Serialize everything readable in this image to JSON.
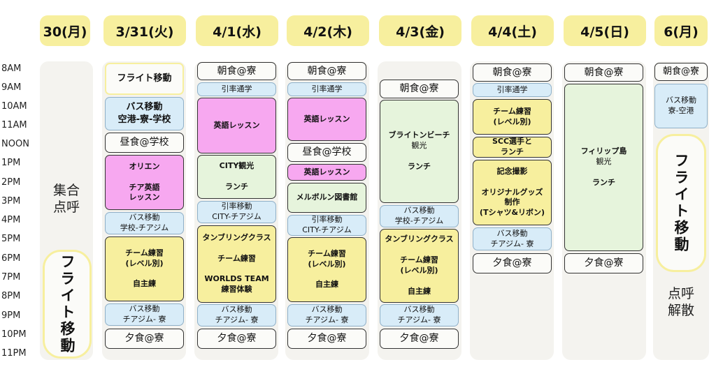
{
  "days": [
    "30(月)",
    "3/31(火)",
    "4/1(水)",
    "4/2(木)",
    "4/3(金)",
    "4/4(土)",
    "4/5(日)",
    "6(月)"
  ],
  "times": [
    "8AM",
    "9AM",
    "10AM",
    "11AM",
    "NOON",
    "1PM",
    "2PM",
    "3PM",
    "4PM",
    "5PM",
    "6PM",
    "7PM",
    "8PM",
    "9PM",
    "10PM",
    "11PM"
  ],
  "c0": {
    "assembly": "集合\n点呼",
    "flight": "フライト移動"
  },
  "c1": {
    "flight": "フライト移動",
    "bus1_a": "バス移動",
    "bus1_b": "空港-寮-学校",
    "lunch": "昼食@学校",
    "orient_a": "オリエン",
    "orient_b": "チア英語",
    "orient_c": "レッスン",
    "bus2_a": "バス移動",
    "bus2_b": "学校-チアジム",
    "team_a": "チーム練習",
    "team_b": "(レベル別)",
    "team_c": "自主練",
    "bus3_a": "バス移動",
    "bus3_b": "チアジム- 寮",
    "dinner": "夕食@寮"
  },
  "c2": {
    "breakfast": "朝食@寮",
    "escort": "引率通学",
    "english": "英語レッスン",
    "city_a": "CITY観光",
    "city_b": "ランチ",
    "move_a": "引率移動",
    "move_b": "CITY-チアジム",
    "tumb_a": "タンブリングクラス",
    "tumb_b": "チーム練習",
    "tumb_c": "WORLDS TEAM",
    "tumb_d": "練習体験",
    "bus_a": "バス移動",
    "bus_b": "チアジム- 寮",
    "dinner": "夕食@寮"
  },
  "c3": {
    "breakfast": "朝食@寮",
    "escort": "引率通学",
    "english": "英語レッスン",
    "lunch": "昼食@学校",
    "english2": "英語レッスン",
    "library": "メルボルン図書館",
    "move_a": "引率移動",
    "move_b": "CITY-チアジム",
    "team_a": "チーム練習",
    "team_b": "(レベル別)",
    "team_c": "自主練",
    "bus_a": "バス移動",
    "bus_b": "チアジム- 寮",
    "dinner": "夕食@寮"
  },
  "c4": {
    "breakfast": "朝食@寮",
    "beach_a": "ブライトンビーチ",
    "beach_b": "観光",
    "beach_c": "ランチ",
    "bus1_a": "バス移動",
    "bus1_b": "学校-チアジム",
    "tumb_a": "タンブリングクラス",
    "tumb_b": "チーム練習",
    "tumb_c": "(レベル別)",
    "tumb_d": "自主練",
    "bus2_a": "バス移動",
    "bus2_b": "チアジム- 寮",
    "dinner": "夕食@寮"
  },
  "c5": {
    "breakfast": "朝食@寮",
    "escort": "引率通学",
    "team_a": "チーム練習",
    "team_b": "(レベル別)",
    "scc_a": "SCC選手と",
    "scc_b": "ランチ",
    "photo_a": "記念撮影",
    "photo_b": "オリジナルグッズ",
    "photo_c": "制作",
    "photo_d": "(Tシャツ&リボン)",
    "bus_a": "バス移動",
    "bus_b": "チアジム- 寮",
    "dinner": "夕食@寮"
  },
  "c6": {
    "breakfast": "朝食@寮",
    "island_a": "フィリップ島",
    "island_b": "観光",
    "island_c": "ランチ",
    "dinner": "夕食@寮"
  },
  "c7": {
    "breakfast": "朝食@寮",
    "bus_a": "バス移動",
    "bus_b": "寮-空港",
    "flight": "フライト移動",
    "dismiss": "点呼\n解散"
  }
}
